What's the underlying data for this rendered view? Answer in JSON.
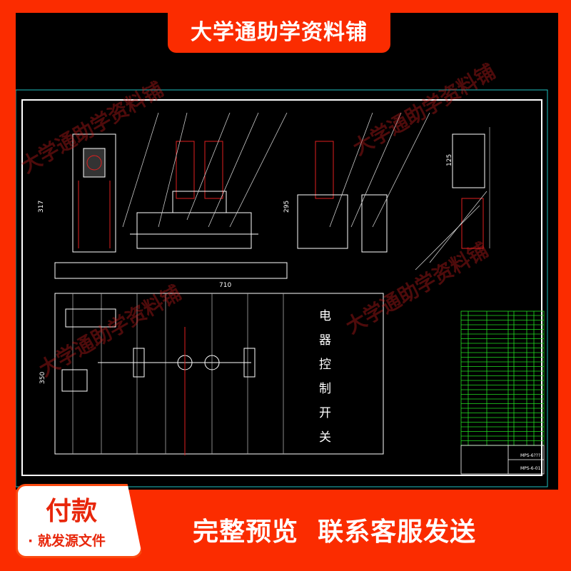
{
  "banner": {
    "title": "大学通助学资料铺"
  },
  "watermark": "大学通助学资料铺",
  "drawing": {
    "dimensions": [
      "317",
      "295",
      "710",
      "350",
      "125"
    ],
    "control_label": [
      "电",
      "器",
      "控",
      "制",
      "开",
      "关"
    ],
    "title_block": {
      "drawing_no_1": "MPS-6???",
      "drawing_no_2": "MPS-6-01"
    }
  },
  "pay_card": {
    "title": "付款",
    "subtitle": "· 就发源文件"
  },
  "cta": {
    "text": "完整预览  联系客服发送"
  },
  "colors": {
    "brand_red": "#fb2c00",
    "cad_green": "#22dd22",
    "cad_red": "#e02020",
    "cad_cyan": "#20c0c0"
  }
}
